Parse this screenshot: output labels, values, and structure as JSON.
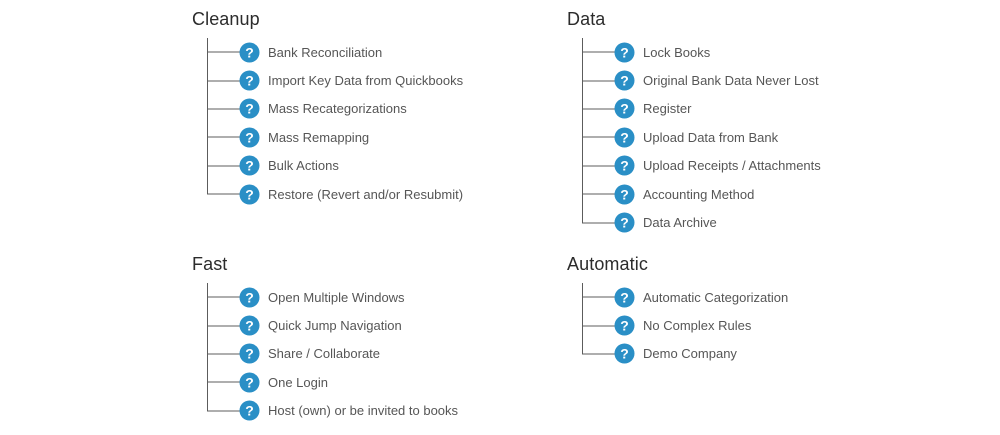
{
  "page": {
    "background_color": "#ffffff",
    "title_color": "#2c2c2c",
    "label_color": "#565656",
    "line_color": "#5c5c5c",
    "icon_color": "#2a8fc6",
    "icon_glyph_color": "#ffffff",
    "icon_name": "question-mark-circle-icon"
  },
  "sections": [
    {
      "id": "cleanup",
      "title": "Cleanup",
      "items": [
        {
          "label": "Bank Reconciliation"
        },
        {
          "label": "Import Key Data from Quickbooks"
        },
        {
          "label": "Mass Recategorizations"
        },
        {
          "label": "Mass Remapping"
        },
        {
          "label": "Bulk Actions"
        },
        {
          "label": "Restore (Revert and/or Resubmit)"
        }
      ]
    },
    {
      "id": "data",
      "title": "Data",
      "items": [
        {
          "label": "Lock Books"
        },
        {
          "label": "Original Bank Data Never Lost"
        },
        {
          "label": "Register"
        },
        {
          "label": "Upload Data from Bank"
        },
        {
          "label": "Upload Receipts / Attachments"
        },
        {
          "label": "Accounting Method"
        },
        {
          "label": "Data Archive"
        }
      ]
    },
    {
      "id": "fast",
      "title": "Fast",
      "items": [
        {
          "label": "Open Multiple Windows"
        },
        {
          "label": "Quick Jump Navigation"
        },
        {
          "label": "Share / Collaborate"
        },
        {
          "label": "One Login"
        },
        {
          "label": "Host (own) or be invited to books"
        }
      ]
    },
    {
      "id": "automatic",
      "title": "Automatic",
      "items": [
        {
          "label": "Automatic Categorization"
        },
        {
          "label": "No Complex Rules"
        },
        {
          "label": "Demo Company"
        }
      ]
    }
  ]
}
